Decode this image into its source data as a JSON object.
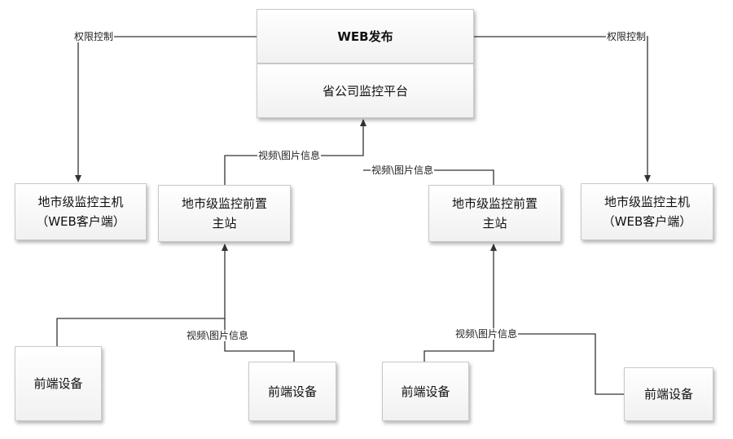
{
  "nodes": {
    "web_publish": "WEB发布",
    "province_platform": "省公司监控平台",
    "left_host": {
      "line1": "地市级监控主机",
      "line2": "（WEB客户端）"
    },
    "left_front_station": {
      "line1": "地市级监控前置",
      "line2": "主站"
    },
    "right_front_station": {
      "line1": "地市级监控前置",
      "line2": "主站"
    },
    "right_host": {
      "line1": "地市级监控主机",
      "line2": "（WEB客户端）"
    },
    "front_device_1": "前端设备",
    "front_device_2": "前端设备",
    "front_device_3": "前端设备",
    "front_device_4": "前端设备"
  },
  "labels": {
    "permission_left": "权限控制",
    "permission_right": "权限控制",
    "video_left_top": "视频\\图片信息",
    "video_right_top": "视频\\图片信息",
    "video_left_bottom": "视频\\图片信息",
    "video_right_bottom": "视频\\图片信息"
  },
  "colors": {
    "line": "#333333",
    "box_border": "#c8c8c8"
  }
}
